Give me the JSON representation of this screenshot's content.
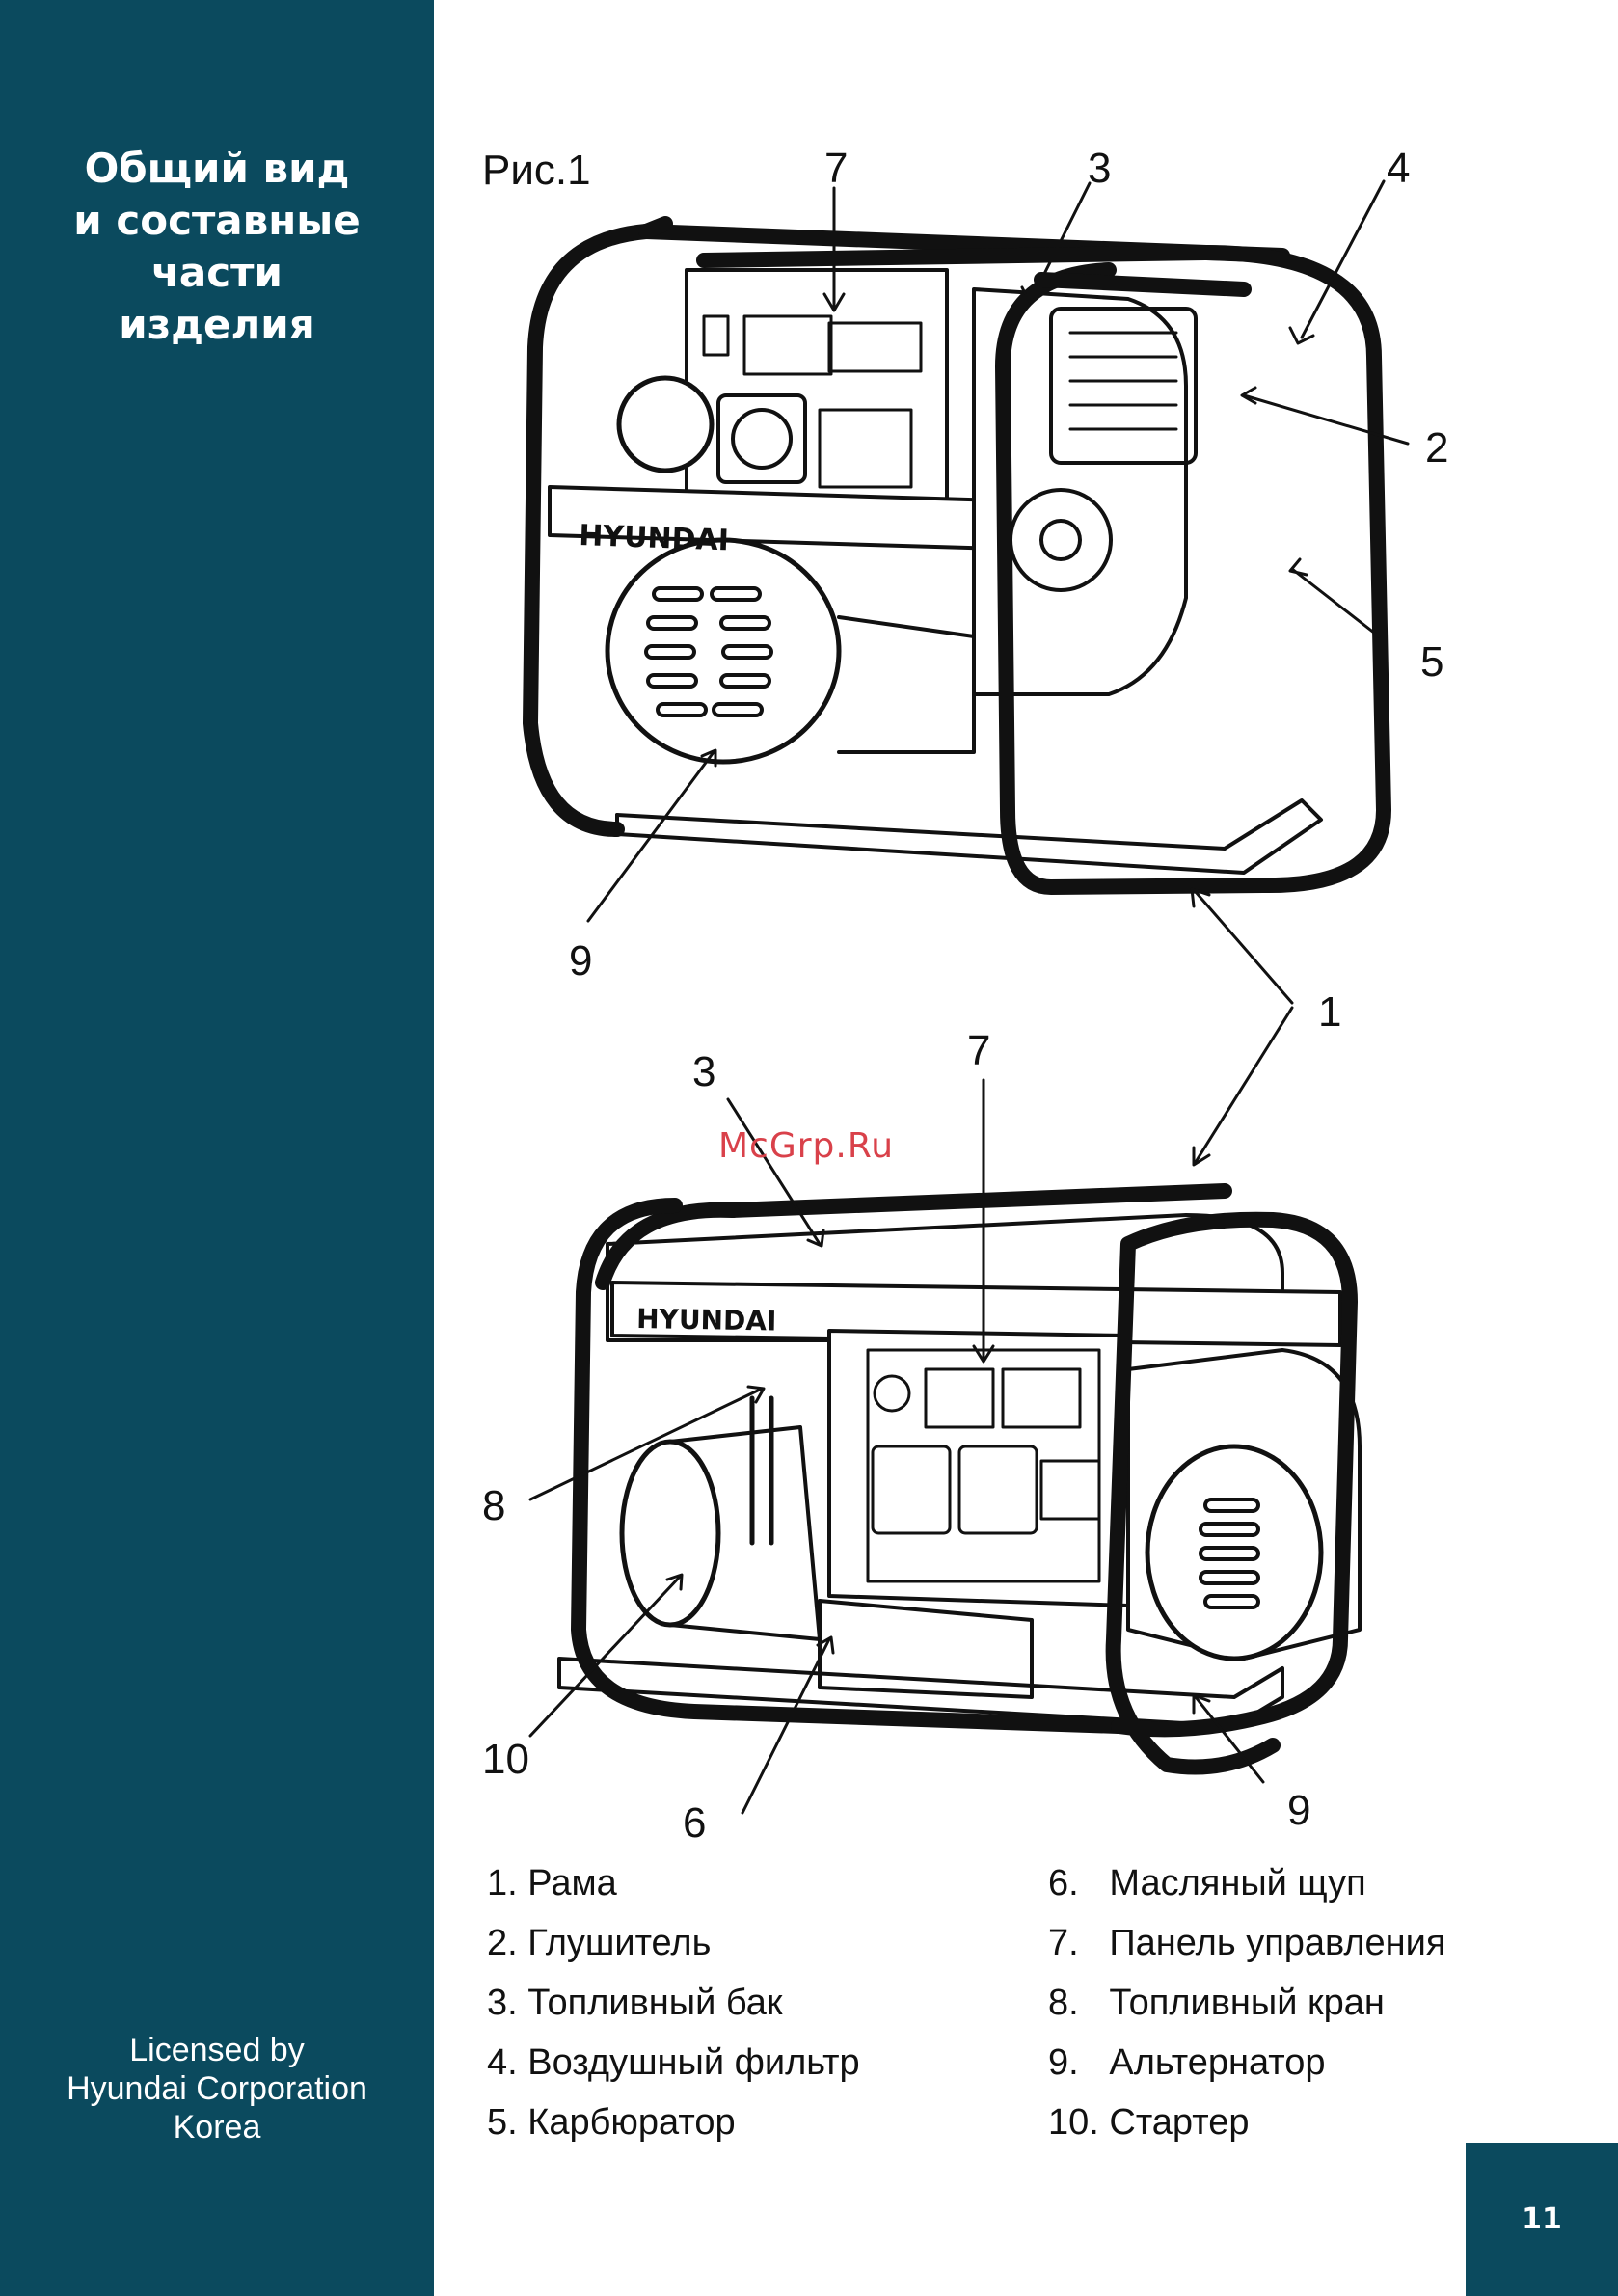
{
  "sidebar": {
    "title_lines": [
      "Общий вид",
      "и составные",
      "части",
      "изделия"
    ],
    "license_lines": [
      "Licensed by",
      "Hyundai Corporation",
      "Korea"
    ],
    "color": "#0b4a5e"
  },
  "figure": {
    "caption": "Рис.1",
    "brand": "HYUNDAI",
    "watermark": "McGrp.Ru",
    "callouts_top": [
      "7",
      "3",
      "4",
      "2",
      "5",
      "9",
      "1"
    ],
    "callouts_bottom": [
      "3",
      "7",
      "8",
      "10",
      "6",
      "9"
    ]
  },
  "legend": {
    "left": [
      "1. Рама",
      "2. Глушитель",
      "3. Топливный бак",
      "4. Воздушный фильтр",
      "5. Карбюратор"
    ],
    "right": [
      "6.   Масляный щуп",
      "7.   Панель управления",
      "8.   Топливный кран",
      "9.   Альтернатор",
      "10. Стартер"
    ]
  },
  "page_number": "11"
}
